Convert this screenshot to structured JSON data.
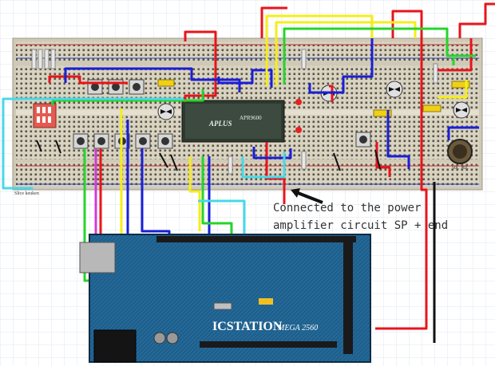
{
  "chip_label": "APR9600",
  "chip_brand": "APLUS",
  "board_brand": "ICSTATION",
  "board_model": "MEGA 2560",
  "annotation": "Connected to the power amplifier circuit SP + end",
  "annotation_line1": "Connected to the power",
  "annotation_line2": "amplifier circuit SP + end",
  "breadboard_caption": "Slice keuken",
  "mic_label": "SOC MIC",
  "colors": {
    "wire_red": "#e8141b",
    "wire_blue": "#1a1fd6",
    "wire_yellow": "#f5ee19",
    "wire_green": "#27d42a",
    "wire_cyan": "#49d8e8",
    "wire_magenta": "#d43ad6",
    "wire_black": "#111111",
    "arduino_board": "#1d5d8a",
    "breadboard": "#d8d2bf"
  }
}
